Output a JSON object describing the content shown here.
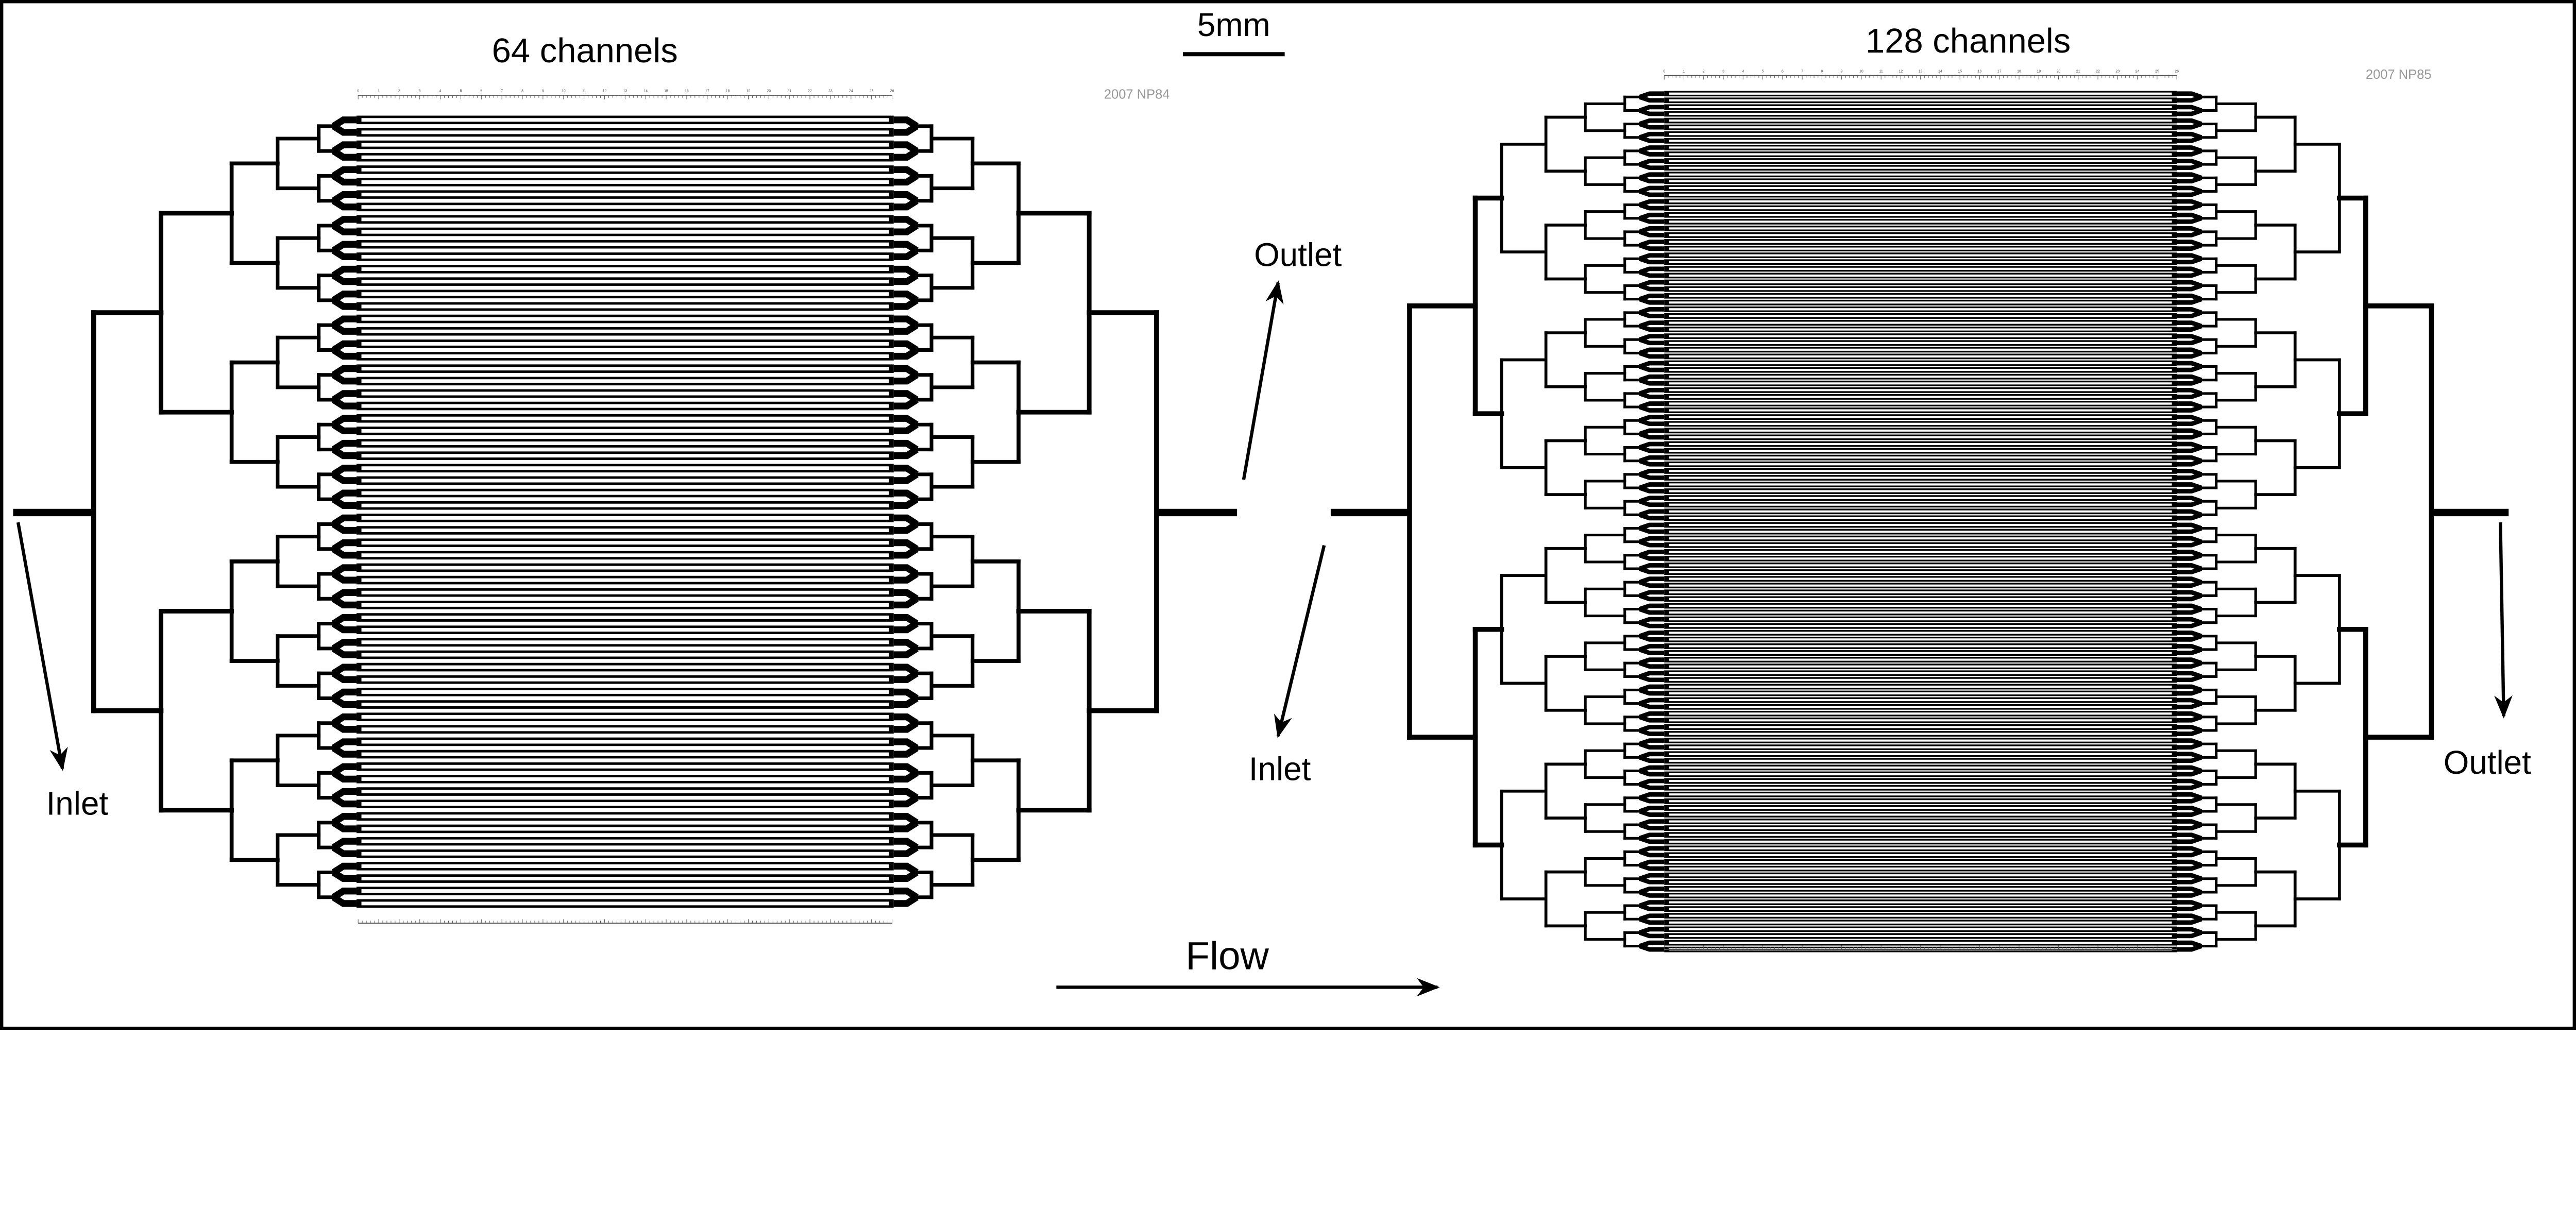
{
  "scale_bar": {
    "label": "5mm"
  },
  "flow": {
    "label": "Flow"
  },
  "devices": [
    {
      "title": "64 channels",
      "channel_count": 64,
      "stamp": "2007  NP84",
      "inlet_label": "Inlet",
      "outlet_label": "Outlet"
    },
    {
      "title": "128 channels",
      "channel_count": 128,
      "stamp": "2007  NP85",
      "inlet_label": "Inlet",
      "outlet_label": "Outlet"
    }
  ],
  "ruler_labels": [
    "0",
    "1",
    "2",
    "3",
    "4",
    "5",
    "6",
    "7",
    "8",
    "9",
    "10",
    "11",
    "12",
    "13",
    "14",
    "15",
    "16",
    "17",
    "18",
    "19",
    "20",
    "21",
    "22",
    "23",
    "24",
    "25",
    "26"
  ],
  "colors": {
    "ink": "#000000",
    "background": "#ffffff",
    "stamp": "#999999"
  }
}
